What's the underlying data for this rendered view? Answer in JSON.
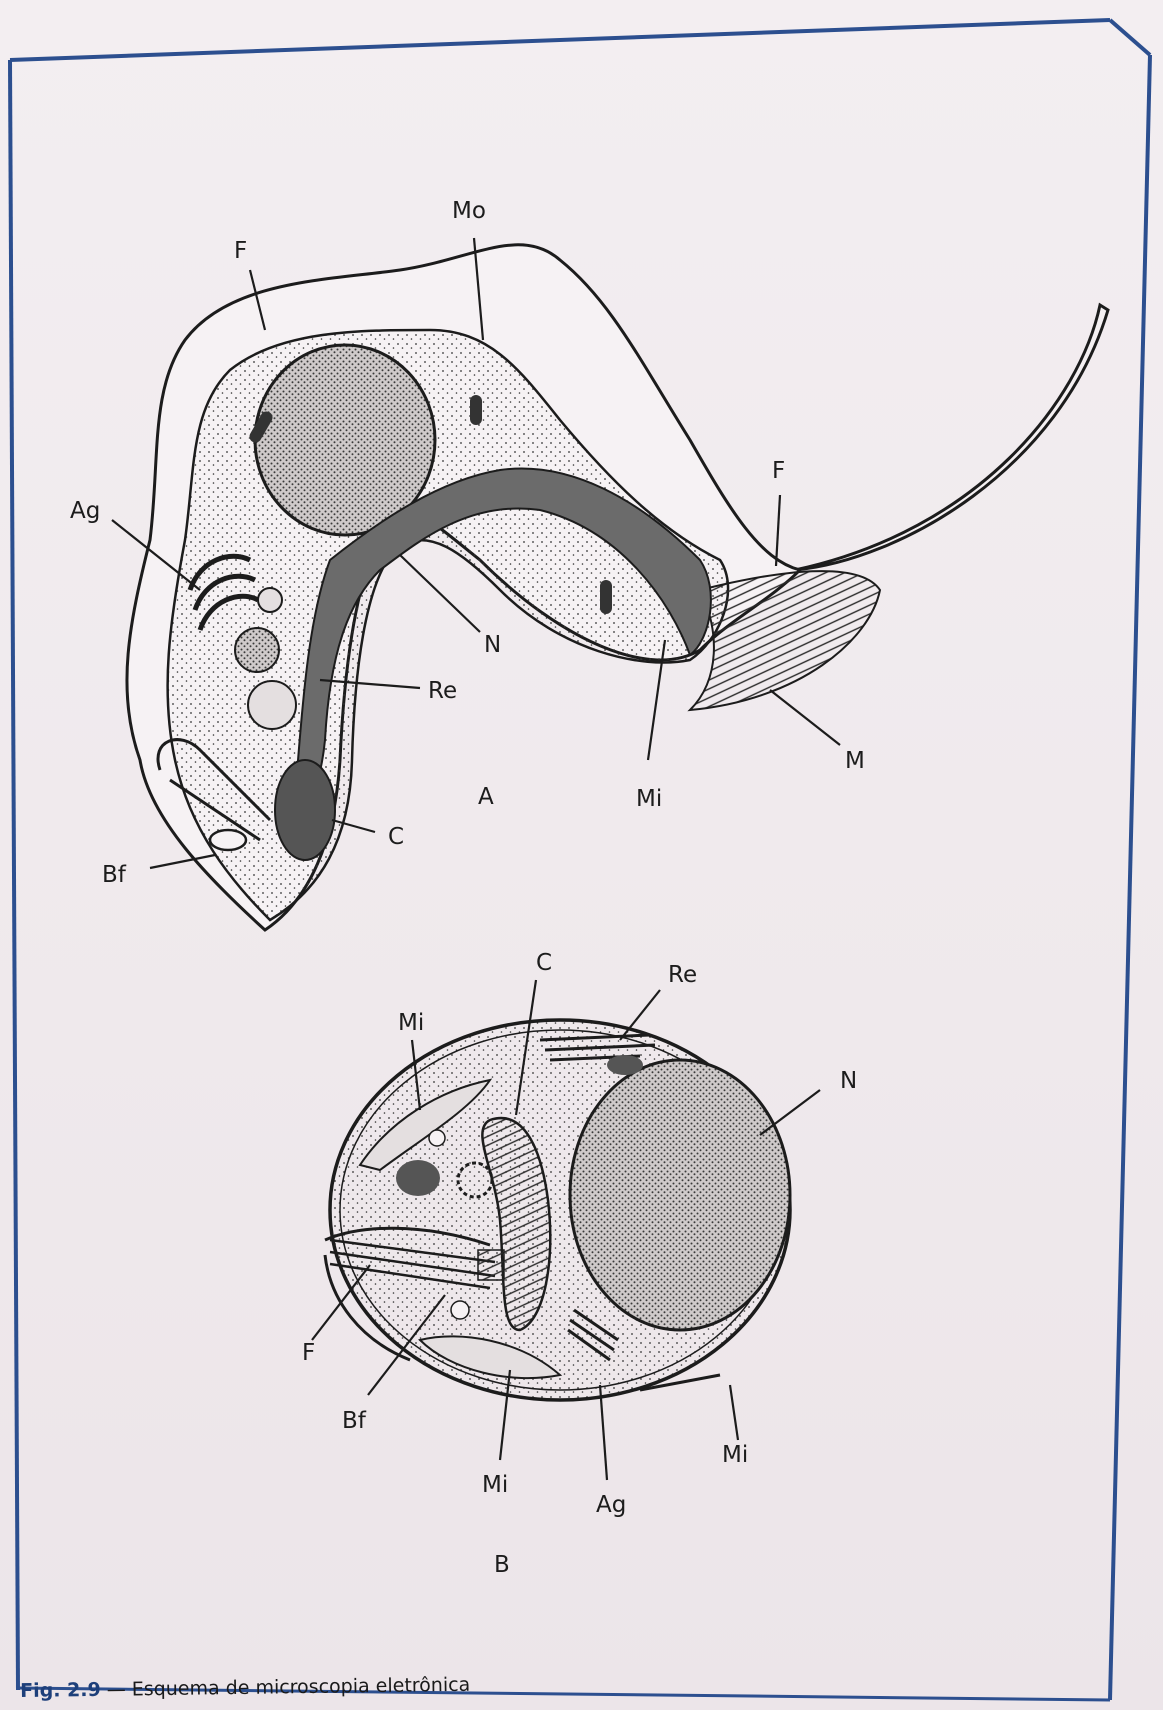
{
  "figure": {
    "caption_number": "Fig. 2.9",
    "caption_text": " — Esquema de microscopia eletrônica"
  },
  "diagram_a": {
    "panel_label": "A",
    "labels": {
      "mo": "Mo",
      "f_top": "F",
      "f_right": "F",
      "ag": "Ag",
      "n": "N",
      "re": "Re",
      "m": "M",
      "mi": "Mi",
      "c": "C",
      "bf": "Bf"
    }
  },
  "diagram_b": {
    "panel_label": "B",
    "labels": {
      "c": "C",
      "re": "Re",
      "mi_top": "Mi",
      "n": "N",
      "f": "F",
      "bf": "Bf",
      "mi_bottom": "Mi",
      "ag": "Ag",
      "mi_right": "Mi"
    }
  },
  "colors": {
    "frame_line": "#2c4f8f",
    "ink": "#1c1c1c",
    "paper": "#f1ecef"
  }
}
